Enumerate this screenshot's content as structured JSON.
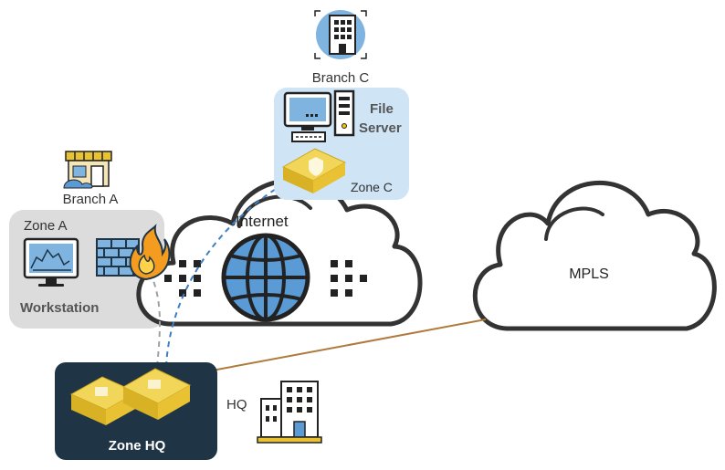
{
  "branch_c": {
    "label": "Branch C"
  },
  "file_server": {
    "line1": "File",
    "line2": "Server"
  },
  "zone_c": {
    "label": "Zone C"
  },
  "branch_a": {
    "label": "Branch A"
  },
  "zone_a": {
    "label": "Zone A",
    "workstation_label": "Workstation"
  },
  "internet": {
    "label": "Internet"
  },
  "mpls": {
    "label": "MPLS"
  },
  "hq": {
    "label": "HQ"
  },
  "zone_hq": {
    "label": "Zone HQ"
  },
  "colors": {
    "zone_a_bg": "#dcdcdc",
    "zone_c_bg": "#cfe4f4",
    "zone_hq_bg": "#1f3545",
    "device_gold": "#e8c233",
    "globe_blue": "#5b9bd5",
    "link_brown": "#b07a3c",
    "tunnel_blue": "#3b7fc4",
    "tunnel_gray": "#a0a0a0",
    "flame_orange": "#f39c1f"
  }
}
